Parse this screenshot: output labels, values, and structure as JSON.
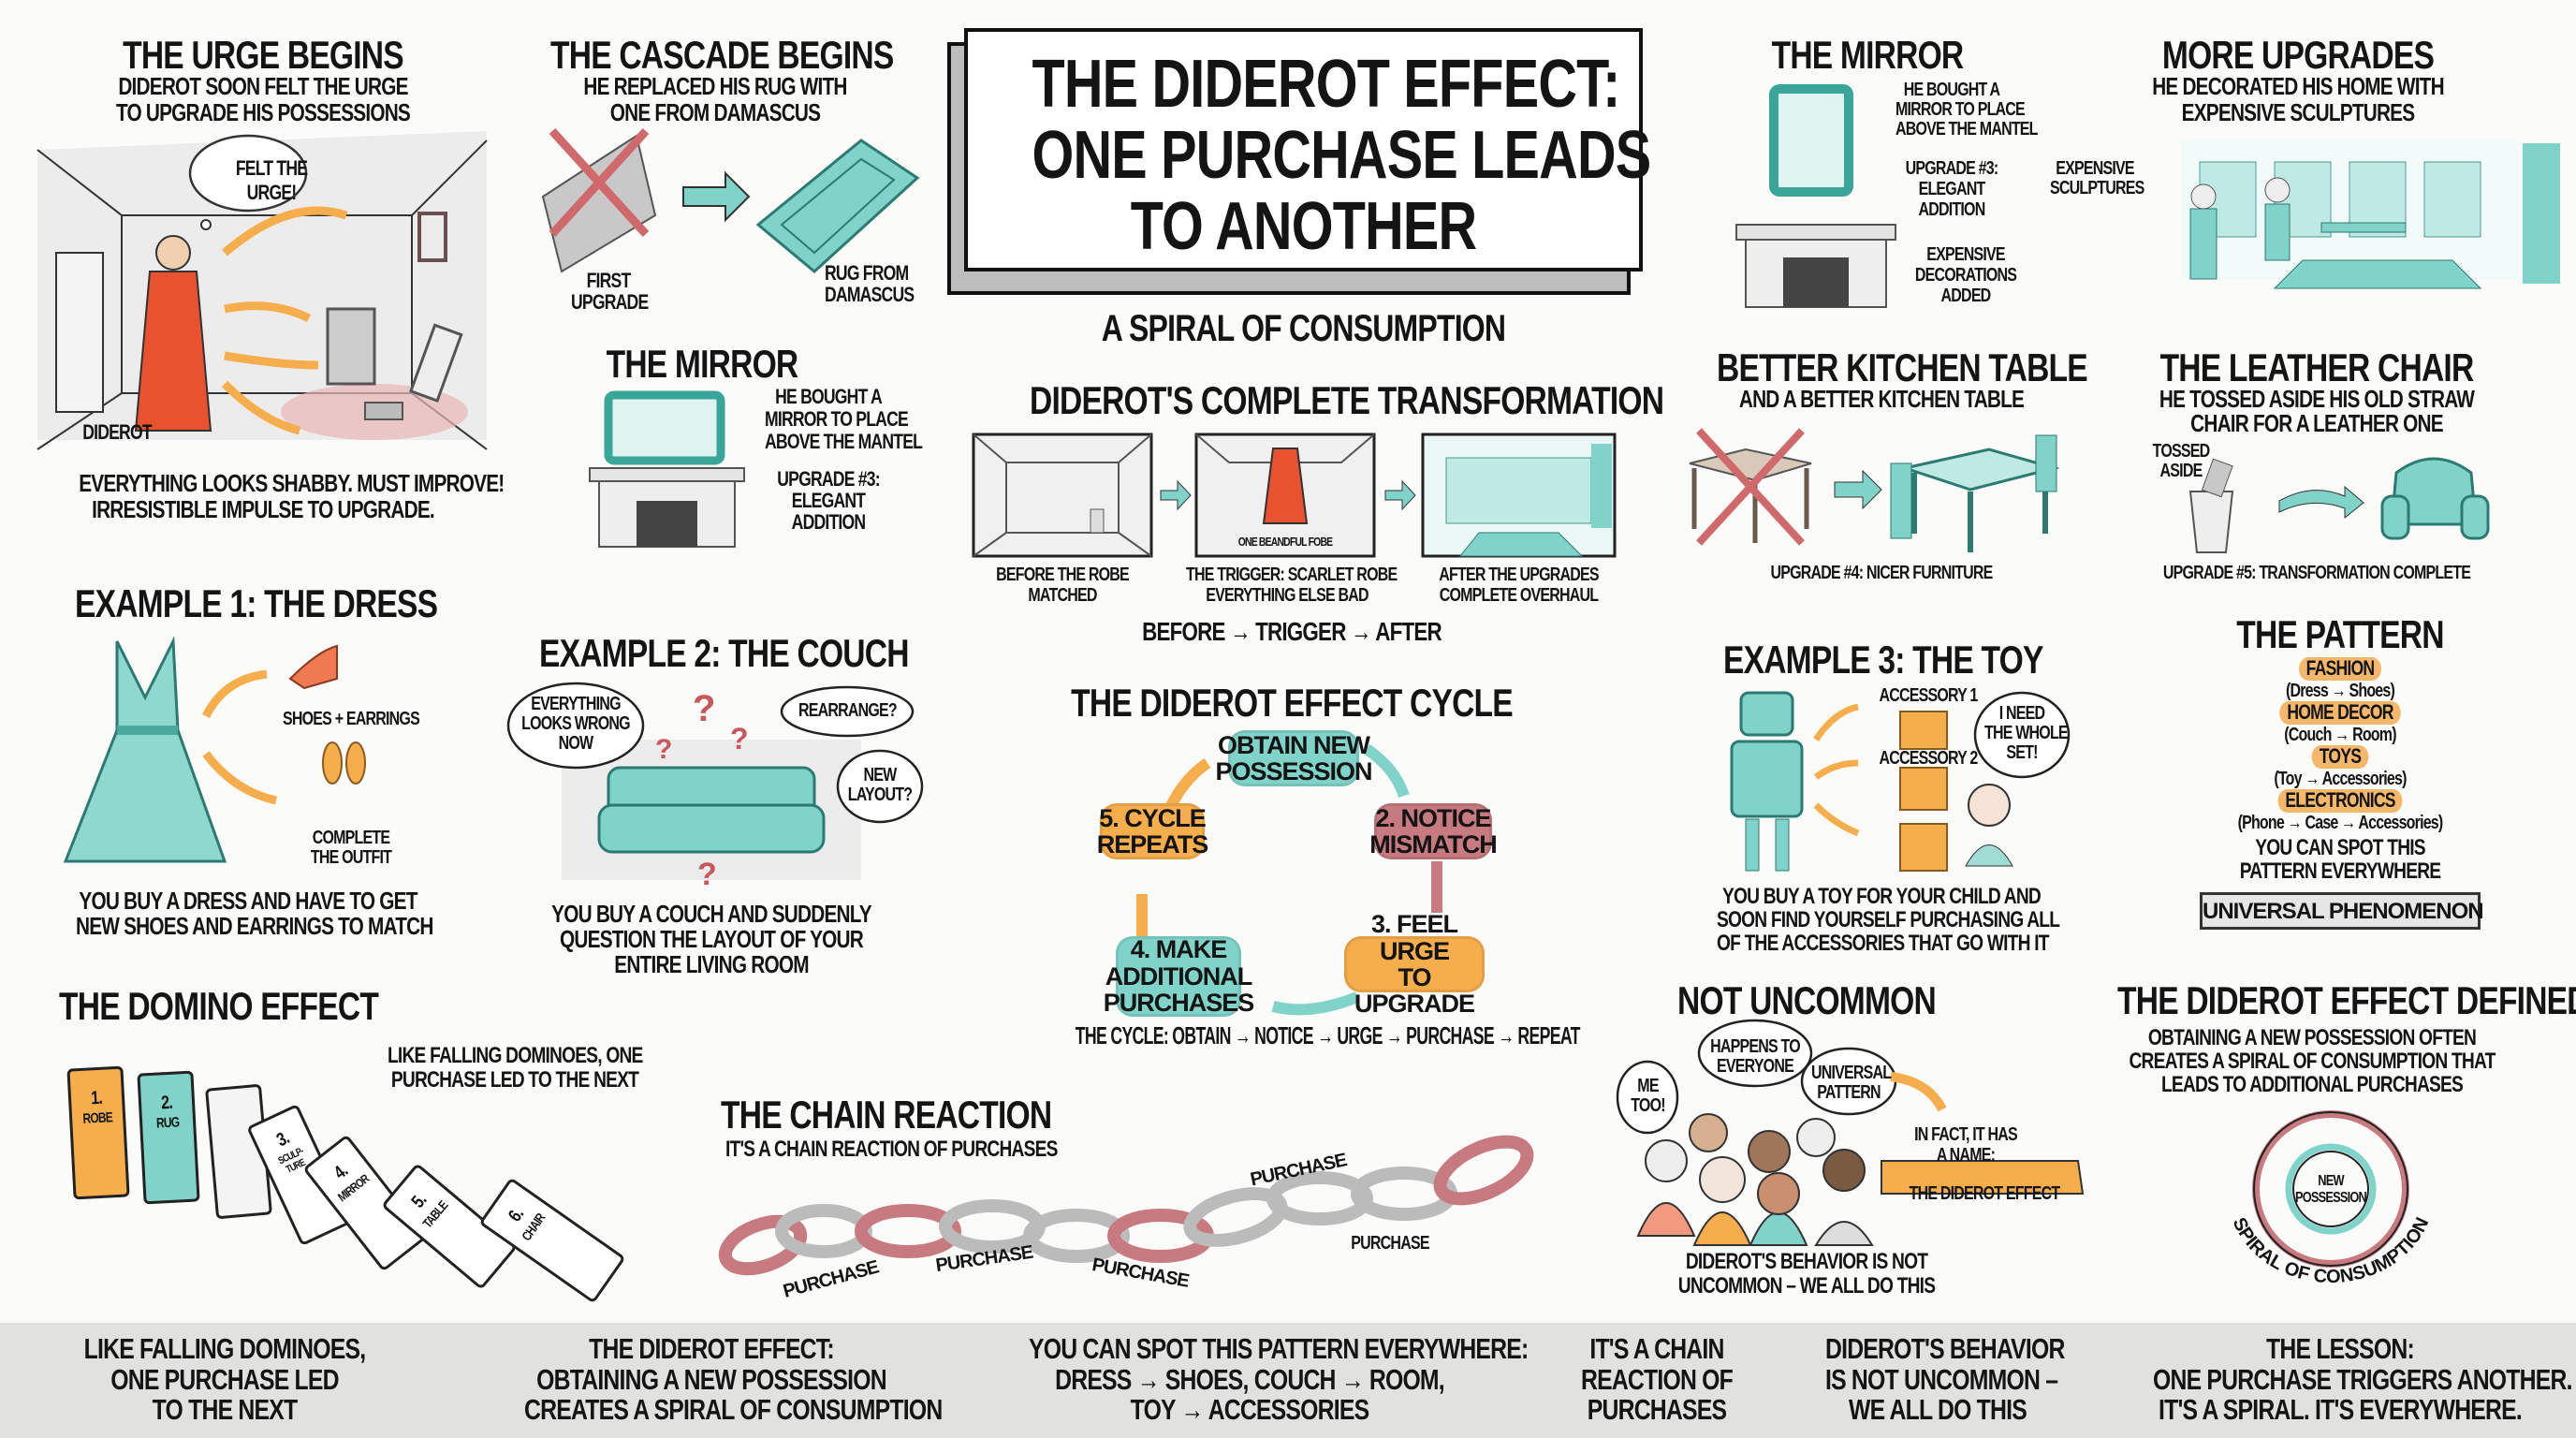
{
  "title": {
    "line1": "THE DIDEROT EFFECT:",
    "line2": "ONE PURCHASE LEADS",
    "line3": "TO ANOTHER",
    "subtitle": "A SPIRAL OF CONSUMPTION"
  },
  "urge": {
    "heading": "THE URGE BEGINS",
    "sub1": "DIDEROT SOON FELT THE URGE",
    "sub2": "TO UPGRADE HIS POSSESSIONS",
    "bubble1": "FELT THE",
    "bubble2": "URGE!",
    "person": "DIDEROT",
    "cap1": "EVERYTHING LOOKS SHABBY. MUST IMPROVE!",
    "cap2": "IRRESISTIBLE IMPULSE TO UPGRADE."
  },
  "cascade": {
    "heading": "THE CASCADE BEGINS",
    "sub1": "HE REPLACED HIS RUG WITH",
    "sub2": "ONE FROM DAMASCUS",
    "first1": "FIRST",
    "first2": "UPGRADE",
    "rug1": "RUG FROM",
    "rug2": "DAMASCUS"
  },
  "mirror_left": {
    "heading": "THE MIRROR",
    "l1": "HE BOUGHT A",
    "l2": "MIRROR TO PLACE",
    "l3": "ABOVE THE MANTEL",
    "u1": "UPGRADE #3:",
    "u2": "ELEGANT",
    "u3": "ADDITION"
  },
  "transformation": {
    "heading": "DIDEROT'S COMPLETE TRANSFORMATION",
    "robe_label": "ONE BEANDFUL FOBE",
    "panels": [
      {
        "c1": "BEFORE THE ROBE",
        "c2": "MATCHED"
      },
      {
        "c1": "THE TRIGGER: SCARLET ROBE",
        "c2": "EVERYTHING ELSE BAD"
      },
      {
        "c1": "AFTER THE UPGRADES",
        "c2": "COMPLETE OVERHAUL"
      }
    ],
    "flow": "BEFORE → TRIGGER → AFTER"
  },
  "mirror_right": {
    "heading": "THE MIRROR",
    "l1": "HE BOUGHT A",
    "l2": "MIRROR TO PLACE",
    "l3": "ABOVE THE MANTEL",
    "u1": "UPGRADE #3:",
    "u2": "ELEGANT",
    "u3": "ADDITION",
    "e1": "EXPENSIVE",
    "e2": "DECORATIONS",
    "e3": "ADDED"
  },
  "more_upgrades": {
    "heading": "MORE UPGRADES",
    "sub1": "HE DECORATED HIS HOME WITH",
    "sub2": "EXPENSIVE SCULPTURES",
    "lbl1": "EXPENSIVE",
    "lbl2": "SCULPTURES"
  },
  "kitchen": {
    "heading": "BETTER KITCHEN TABLE",
    "sub": "AND A BETTER KITCHEN TABLE",
    "caption": "UPGRADE #4: NICER FURNITURE"
  },
  "leather": {
    "heading": "THE LEATHER CHAIR",
    "sub1": "HE TOSSED ASIDE HIS OLD STRAW",
    "sub2": "CHAIR FOR A LEATHER ONE",
    "toss1": "TOSSED",
    "toss2": "ASIDE",
    "caption": "UPGRADE #5: TRANSFORMATION COMPLETE"
  },
  "example1": {
    "heading": "EXAMPLE 1: THE DRESS",
    "shoes": "SHOES + EARRINGS",
    "c1": "COMPLETE",
    "c2": "THE OUTFIT",
    "cap1": "YOU BUY A DRESS AND HAVE TO GET",
    "cap2": "NEW SHOES AND EARRINGS TO MATCH"
  },
  "example2": {
    "heading": "EXAMPLE 2: THE COUCH",
    "b1a": "EVERYTHING",
    "b1b": "LOOKS WRONG",
    "b1c": "NOW",
    "b2": "REARRANGE?",
    "b3a": "NEW",
    "b3b": "LAYOUT?",
    "cap1": "YOU BUY A COUCH AND SUDDENLY",
    "cap2": "QUESTION THE LAYOUT OF YOUR",
    "cap3": "ENTIRE LIVING ROOM"
  },
  "cycle": {
    "heading": "THE DIDEROT EFFECT CYCLE",
    "steps": [
      {
        "a": "OBTAIN NEW",
        "b": "POSSESSION",
        "c": ""
      },
      {
        "a": "2. NOTICE",
        "b": "MISMATCH",
        "c": ""
      },
      {
        "a": "3. FEEL URGE",
        "b": "TO UPGRADE",
        "c": ""
      },
      {
        "a": "4. MAKE",
        "b": "ADDITIONAL",
        "c": "PURCHASES"
      },
      {
        "a": "5. CYCLE",
        "b": "REPEATS",
        "c": ""
      }
    ],
    "summary": "THE CYCLE: OBTAIN → NOTICE → URGE → PURCHASE → REPEAT"
  },
  "example3": {
    "heading": "EXAMPLE 3: THE TOY",
    "acc1": "ACCESSORY 1",
    "acc2": "ACCESSORY 2",
    "b1": "I NEED",
    "b2": "THE WHOLE",
    "b3": "SET!",
    "cap1": "YOU BUY A TOY FOR YOUR CHILD AND",
    "cap2": "SOON FIND YOURSELF PURCHASING ALL",
    "cap3": "OF THE ACCESSORIES THAT GO WITH IT"
  },
  "pattern": {
    "heading": "THE PATTERN",
    "items": [
      {
        "cat": "FASHION",
        "ex": "(Dress → Shoes)"
      },
      {
        "cat": "HOME DECOR",
        "ex": "(Couch → Room)"
      },
      {
        "cat": "TOYS",
        "ex": "(Toy → Accessories)"
      },
      {
        "cat": "ELECTRONICS",
        "ex": "(Phone → Case → Accessories)"
      }
    ],
    "spot1": "YOU CAN SPOT THIS",
    "spot2": "PATTERN EVERYWHERE",
    "banner": "UNIVERSAL PHENOMENON"
  },
  "domino": {
    "heading": "THE DOMINO EFFECT",
    "cap1": "LIKE FALLING DOMINOES, ONE",
    "cap2": "PURCHASE LED TO THE NEXT",
    "tiles": [
      {
        "n": "1.",
        "w": "ROBE"
      },
      {
        "n": "2.",
        "w": "RUG"
      },
      {
        "n": "",
        "w": ""
      },
      {
        "n": "3.",
        "w": "SCULP-TURE"
      },
      {
        "n": "4.",
        "w": "MIRROR"
      },
      {
        "n": "5.",
        "w": "TABLE"
      },
      {
        "n": "6.",
        "w": "CHAIR"
      }
    ]
  },
  "chain": {
    "heading": "THE CHAIN REACTION",
    "sub": "IT'S A CHAIN REACTION OF PURCHASES",
    "labels": [
      "PURCHASE",
      "PURCHASE",
      "PURCHASE",
      "PURCHASE",
      "PURCHASE"
    ]
  },
  "uncommon": {
    "heading": "NOT UNCOMMON",
    "b1a": "ME",
    "b1b": "TOO!",
    "b2a": "HAPPENS TO",
    "b2b": "EVERYONE",
    "b3a": "UNIVERSAL",
    "b3b": "PATTERN",
    "fact1": "IN FACT, IT HAS",
    "fact2": "A NAME:",
    "banner": "THE DIDEROT EFFECT",
    "cap1": "DIDEROT'S BEHAVIOR IS NOT",
    "cap2": "UNCOMMON – WE ALL DO THIS"
  },
  "defined": {
    "heading": "THE DIDEROT EFFECT DEFINED",
    "l1": "OBTAINING A NEW POSSESSION OFTEN",
    "l2": "CREATES A SPIRAL OF CONSUMPTION THAT",
    "l3": "LEADS TO ADDITIONAL PURCHASES",
    "center1": "NEW",
    "center2": "POSSESSION",
    "spiral": "SPIRAL OF CONSUMPTION"
  },
  "footer": [
    {
      "l1": "LIKE FALLING DOMINOES,",
      "l2": "ONE PURCHASE LED",
      "l3": "TO THE NEXT"
    },
    {
      "l1": "THE DIDEROT EFFECT:",
      "l2": "OBTAINING A NEW POSSESSION",
      "l3": "CREATES A SPIRAL OF CONSUMPTION"
    },
    {
      "l1": "YOU CAN SPOT THIS PATTERN EVERYWHERE:",
      "l2": "DRESS → SHOES, COUCH → ROOM,",
      "l3": "TOY → ACCESSORIES"
    },
    {
      "l1": "IT'S A CHAIN",
      "l2": "REACTION OF",
      "l3": "PURCHASES"
    },
    {
      "l1": "DIDEROT'S BEHAVIOR",
      "l2": "IS NOT UNCOMMON –",
      "l3": "WE ALL DO THIS"
    },
    {
      "l1": "THE LESSON:",
      "l2": "ONE PURCHASE TRIGGERS ANOTHER.",
      "l3": "IT'S A SPIRAL. IT'S EVERYWHERE."
    }
  ],
  "colors": {
    "teal": "#7fd3c8",
    "orange": "#f6ad4c",
    "scarlet": "#e8522e",
    "rose": "#c77a7f",
    "gray": "#d9d9d9"
  }
}
